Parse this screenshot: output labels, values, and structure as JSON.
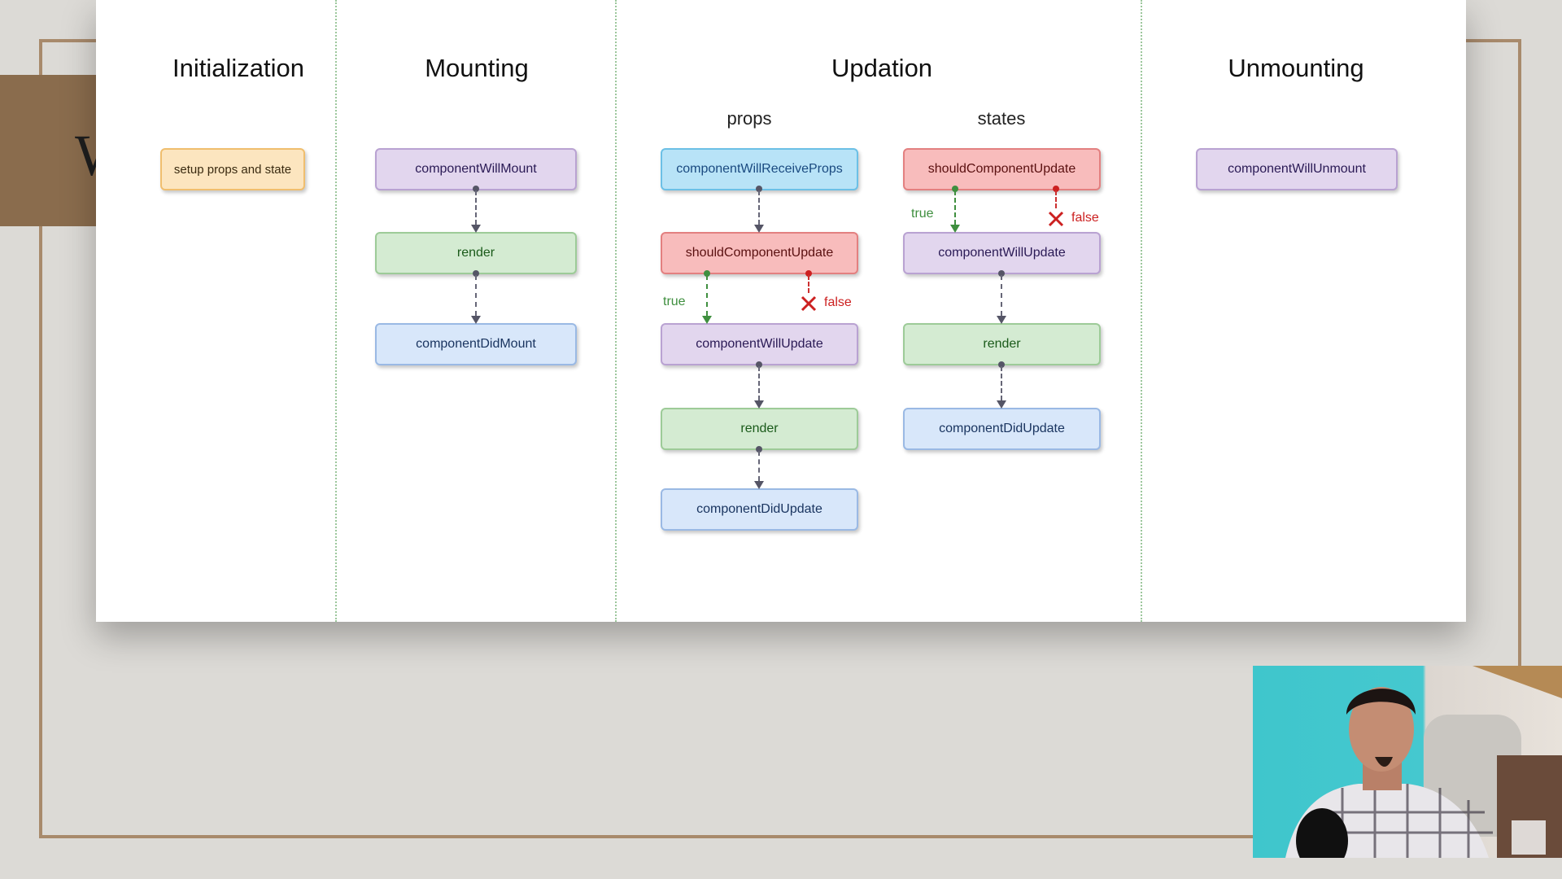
{
  "phases": {
    "initialization": "Initialization",
    "mounting": "Mounting",
    "updation": "Updation",
    "unmounting": "Unmounting"
  },
  "updation": {
    "props_label": "props",
    "states_label": "states"
  },
  "initialization_box": "setup props and state",
  "mounting_boxes": [
    "componentWillMount",
    "render",
    "componentDidMount"
  ],
  "props_boxes": [
    "componentWillReceiveProps",
    "shouldComponentUpdate",
    "componentWillUpdate",
    "render",
    "componentDidUpdate"
  ],
  "states_boxes": [
    "shouldComponentUpdate",
    "componentWillUpdate",
    "render",
    "componentDidUpdate"
  ],
  "unmounting_box": "componentWillUnmount",
  "branch_labels": {
    "true": "true",
    "false": "false"
  },
  "colors": {
    "orange": "#fce5bf",
    "purple": "#e2d6ee",
    "green": "#d4ebd2",
    "blue": "#d8e7fa",
    "cyan": "#b8e3f7",
    "red": "#f8bcbc",
    "true_branch": "#3f8f3f",
    "false_branch": "#cc2020"
  },
  "icons": [
    "cross-icon"
  ],
  "background": {
    "partial_letter": "W"
  }
}
